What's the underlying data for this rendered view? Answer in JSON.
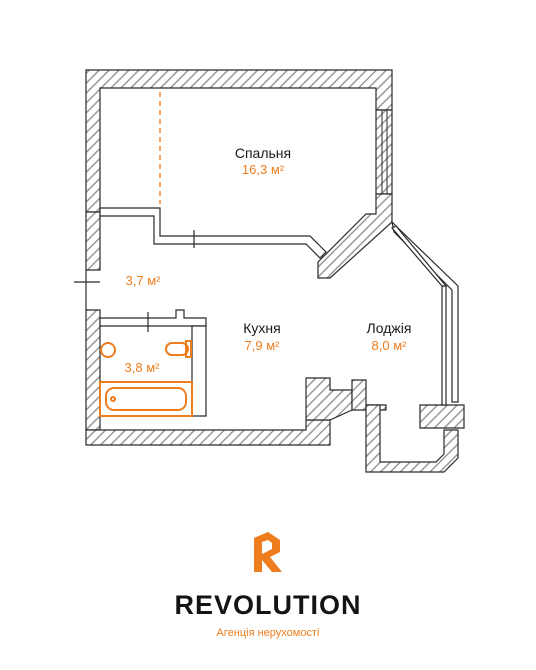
{
  "colors": {
    "accent": "#ee7d1e",
    "wall": "#9a9a9a",
    "line": "#2a2a2a",
    "text": "#1a1a1a"
  },
  "rooms": [
    {
      "id": "bedroom",
      "name": "Спальня",
      "area": "16,3 м²"
    },
    {
      "id": "hall",
      "name": "",
      "area": "3,7 м²"
    },
    {
      "id": "bathroom",
      "name": "",
      "area": "3,8 м²"
    },
    {
      "id": "kitchen",
      "name": "Кухня",
      "area": "7,9 м²"
    },
    {
      "id": "loggia",
      "name": "Лоджія",
      "area": "8,0 м²"
    }
  ],
  "brand": {
    "name": "REVOLUTION",
    "tagline": "Агенція нерухомості",
    "logo_icon": "revolution-r-logo-icon"
  }
}
